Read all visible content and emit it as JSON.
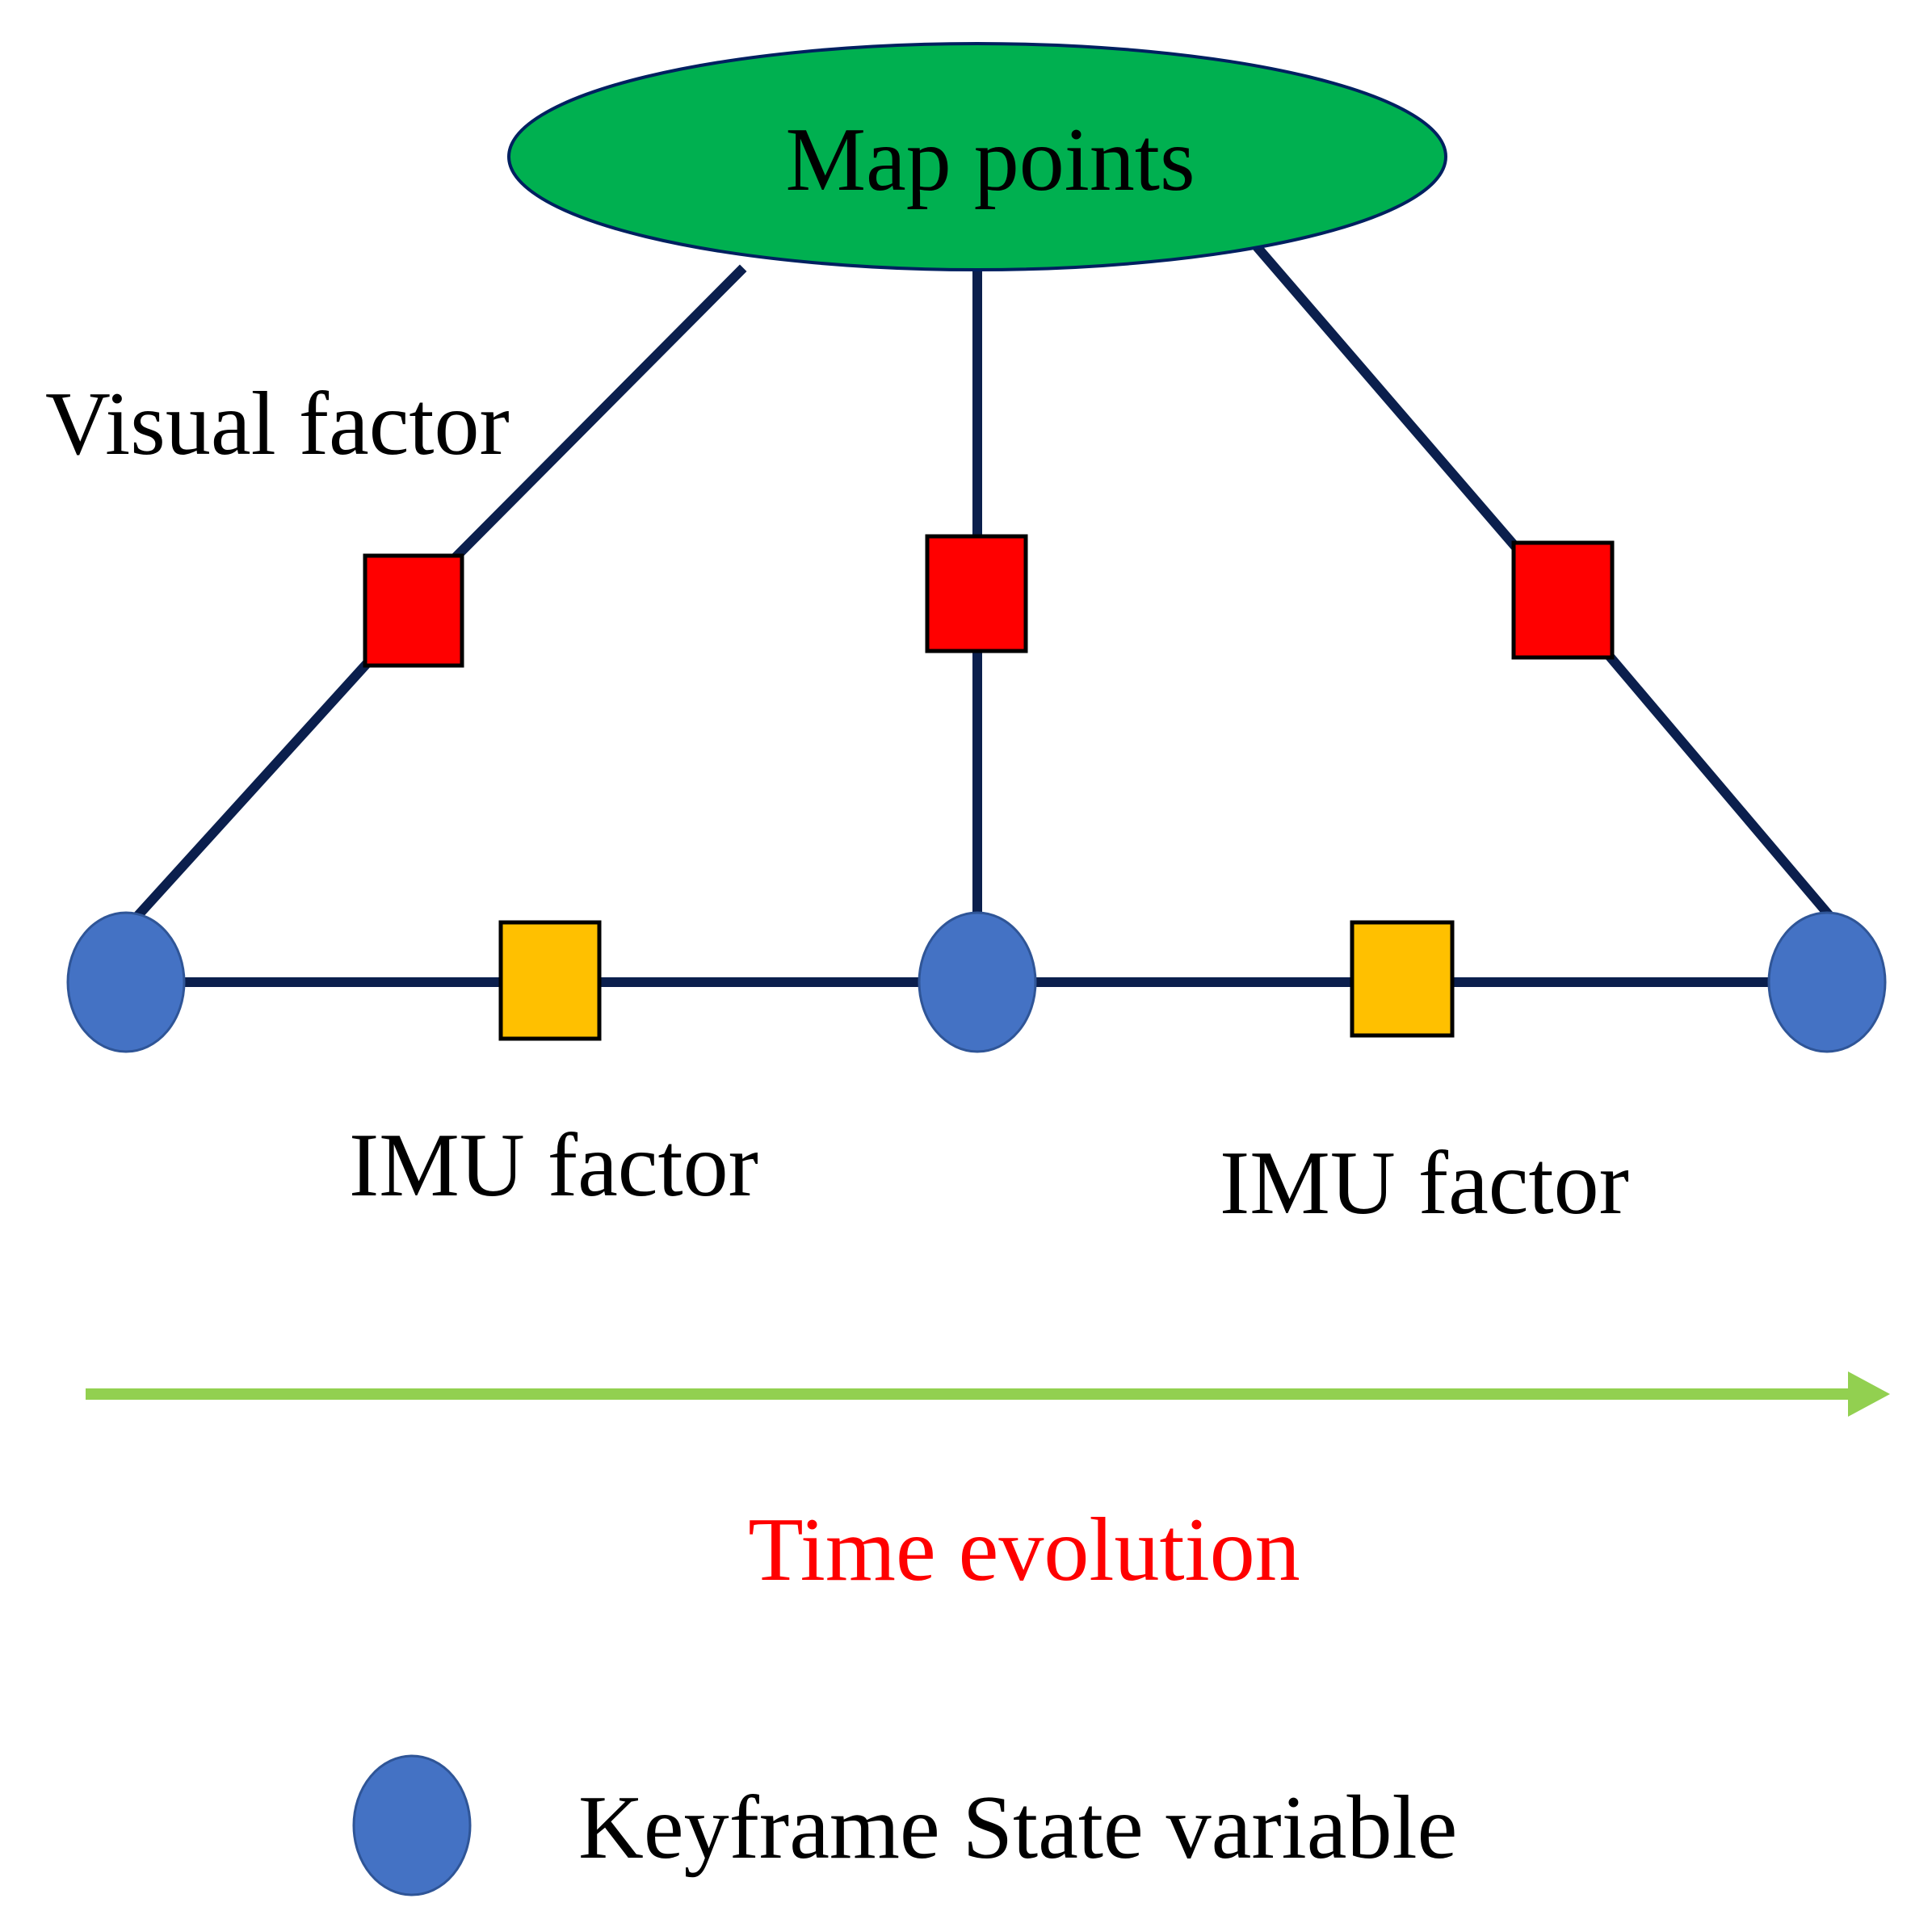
{
  "labels": {
    "map_points": "Map points",
    "visual_factor": "Visual factor",
    "imu_factor_left": "IMU factor",
    "imu_factor_right": "IMU factor",
    "time_evolution": "Time evolution",
    "legend_keyframe": "Keyframe State variable"
  },
  "colors": {
    "map_points_fill": "#00B050",
    "map_points_stroke": "#002060",
    "edge": "#0B1F4D",
    "visual_factor_fill": "#FF0000",
    "imu_factor_fill": "#FFC000",
    "keyframe_fill": "#4472C4",
    "keyframe_stroke": "#2F5597",
    "time_arrow": "#92D050",
    "time_label": "#FF0000",
    "text": "#000000"
  }
}
